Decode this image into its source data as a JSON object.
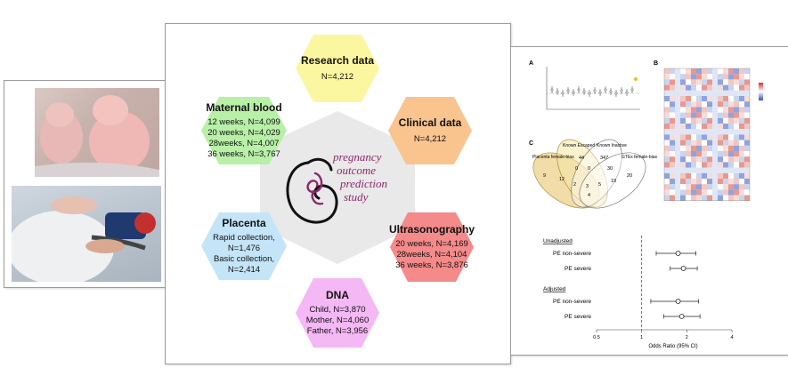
{
  "hexagons": {
    "research": {
      "title": "Research data",
      "lines": [
        "N=4,212"
      ],
      "color": "#fbf7a0"
    },
    "clinical": {
      "title": "Clinical data",
      "lines": [
        "N=4,212"
      ],
      "color": "#f9c48e"
    },
    "ultrasound": {
      "title": "Ultrasonography",
      "lines": [
        "20 weeks, N=4,169",
        "28weeks, N=4,104",
        "36 weeks, N=3,876"
      ],
      "color": "#f48a8a"
    },
    "dna": {
      "title": "DNA",
      "lines": [
        "Child, N=3,870",
        "Mother, N=4,060",
        "Father, N=3,956"
      ],
      "color": "#f4b8f4"
    },
    "placenta": {
      "title": "Placenta",
      "lines": [
        "Rapid collection,",
        "N=1,476",
        "Basic collection,",
        "N=2,414"
      ],
      "color": "#c4e4f8"
    },
    "maternal": {
      "title": "Maternal blood",
      "lines": [
        "12 weeks, N=4,099",
        "20 weeks, N=4,029",
        "28weeks, N=4,007",
        "36 weeks, N=3,767"
      ],
      "color": "#b8f0a8"
    }
  },
  "logo": {
    "words": [
      "pregnancy",
      "outcome",
      "prediction",
      "study"
    ],
    "color": "#8b2a6b"
  },
  "right_panel": {
    "panel_labels": {
      "a": "A",
      "b": "B",
      "c": "C"
    },
    "venn": {
      "labels": [
        "Placenta female-bias",
        "Known Escaped",
        "Known Inactive",
        "GTEx female-bias"
      ],
      "numbers": [
        "44",
        "347",
        "9",
        "12",
        "0",
        "0",
        "30",
        "20",
        "2",
        "5",
        "19",
        "3",
        "4"
      ]
    },
    "forest": {
      "groups": [
        {
          "label": "Unadjusted",
          "rows": [
            {
              "label": "PE non-severe",
              "or": 1.75,
              "lo": 1.25,
              "hi": 2.3
            },
            {
              "label": "PE severe",
              "or": 1.9,
              "lo": 1.55,
              "hi": 2.35
            }
          ]
        },
        {
          "label": "Adjusted",
          "rows": [
            {
              "label": "PE non-severe",
              "or": 1.75,
              "lo": 1.15,
              "hi": 2.4
            },
            {
              "label": "PE severe",
              "or": 1.85,
              "lo": 1.4,
              "hi": 2.45
            }
          ]
        }
      ],
      "xlabel": "Odds Ratio (95% CI)",
      "ticks": [
        "0.5",
        "1",
        "2",
        "4"
      ],
      "ref": 1
    }
  }
}
